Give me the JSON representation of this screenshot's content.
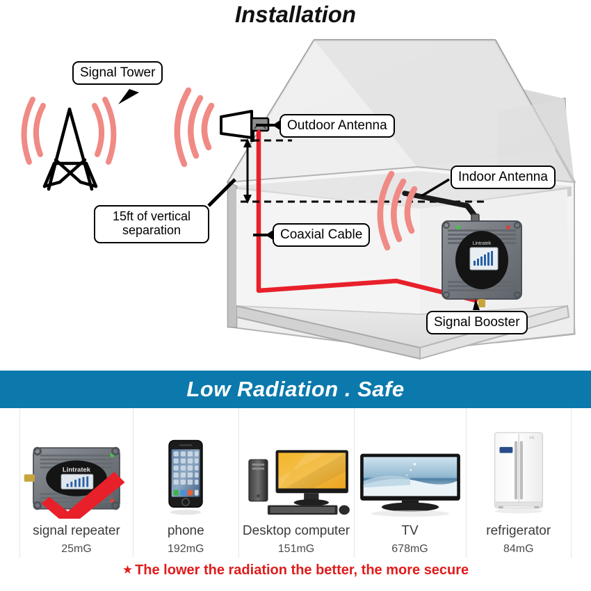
{
  "installation": {
    "title": "Installation",
    "callouts": [
      {
        "id": "signal-tower",
        "label": "Signal Tower"
      },
      {
        "id": "outdoor-antenna",
        "label": "Outdoor Antenna"
      },
      {
        "id": "indoor-antenna",
        "label": "Indoor Antenna"
      },
      {
        "id": "coaxial-cable",
        "label": "Coaxial Cable"
      },
      {
        "id": "vertical-separation",
        "label": "15ft of vertical separation"
      },
      {
        "id": "signal-booster",
        "label": "Signal Booster"
      }
    ],
    "device_brand": "Lintratek",
    "colors": {
      "signal_wave": "#f08a85",
      "coax_cable": "#e8202a",
      "house_outline": "#9a9a9a",
      "house_fill": "#ececec"
    }
  },
  "banner": {
    "text": "Low Radiation . Safe",
    "background": "#0b79ac",
    "text_color": "#ffffff"
  },
  "radiation": {
    "devices": [
      {
        "name": "signal repeater",
        "value": "25mG",
        "icon": "signal-repeater-icon",
        "highlight": "red-check"
      },
      {
        "name": "phone",
        "value": "192mG",
        "icon": "smartphone-icon"
      },
      {
        "name": "Desktop computer",
        "value": "151mG",
        "icon": "desktop-computer-icon"
      },
      {
        "name": "TV",
        "value": "678mG",
        "icon": "television-icon"
      },
      {
        "name": "refrigerator",
        "value": "84mG",
        "icon": "refrigerator-icon"
      }
    ],
    "footnote_star": "★",
    "footnote": "The lower the radiation the better, the more secure",
    "footnote_color": "#e01b1b"
  }
}
